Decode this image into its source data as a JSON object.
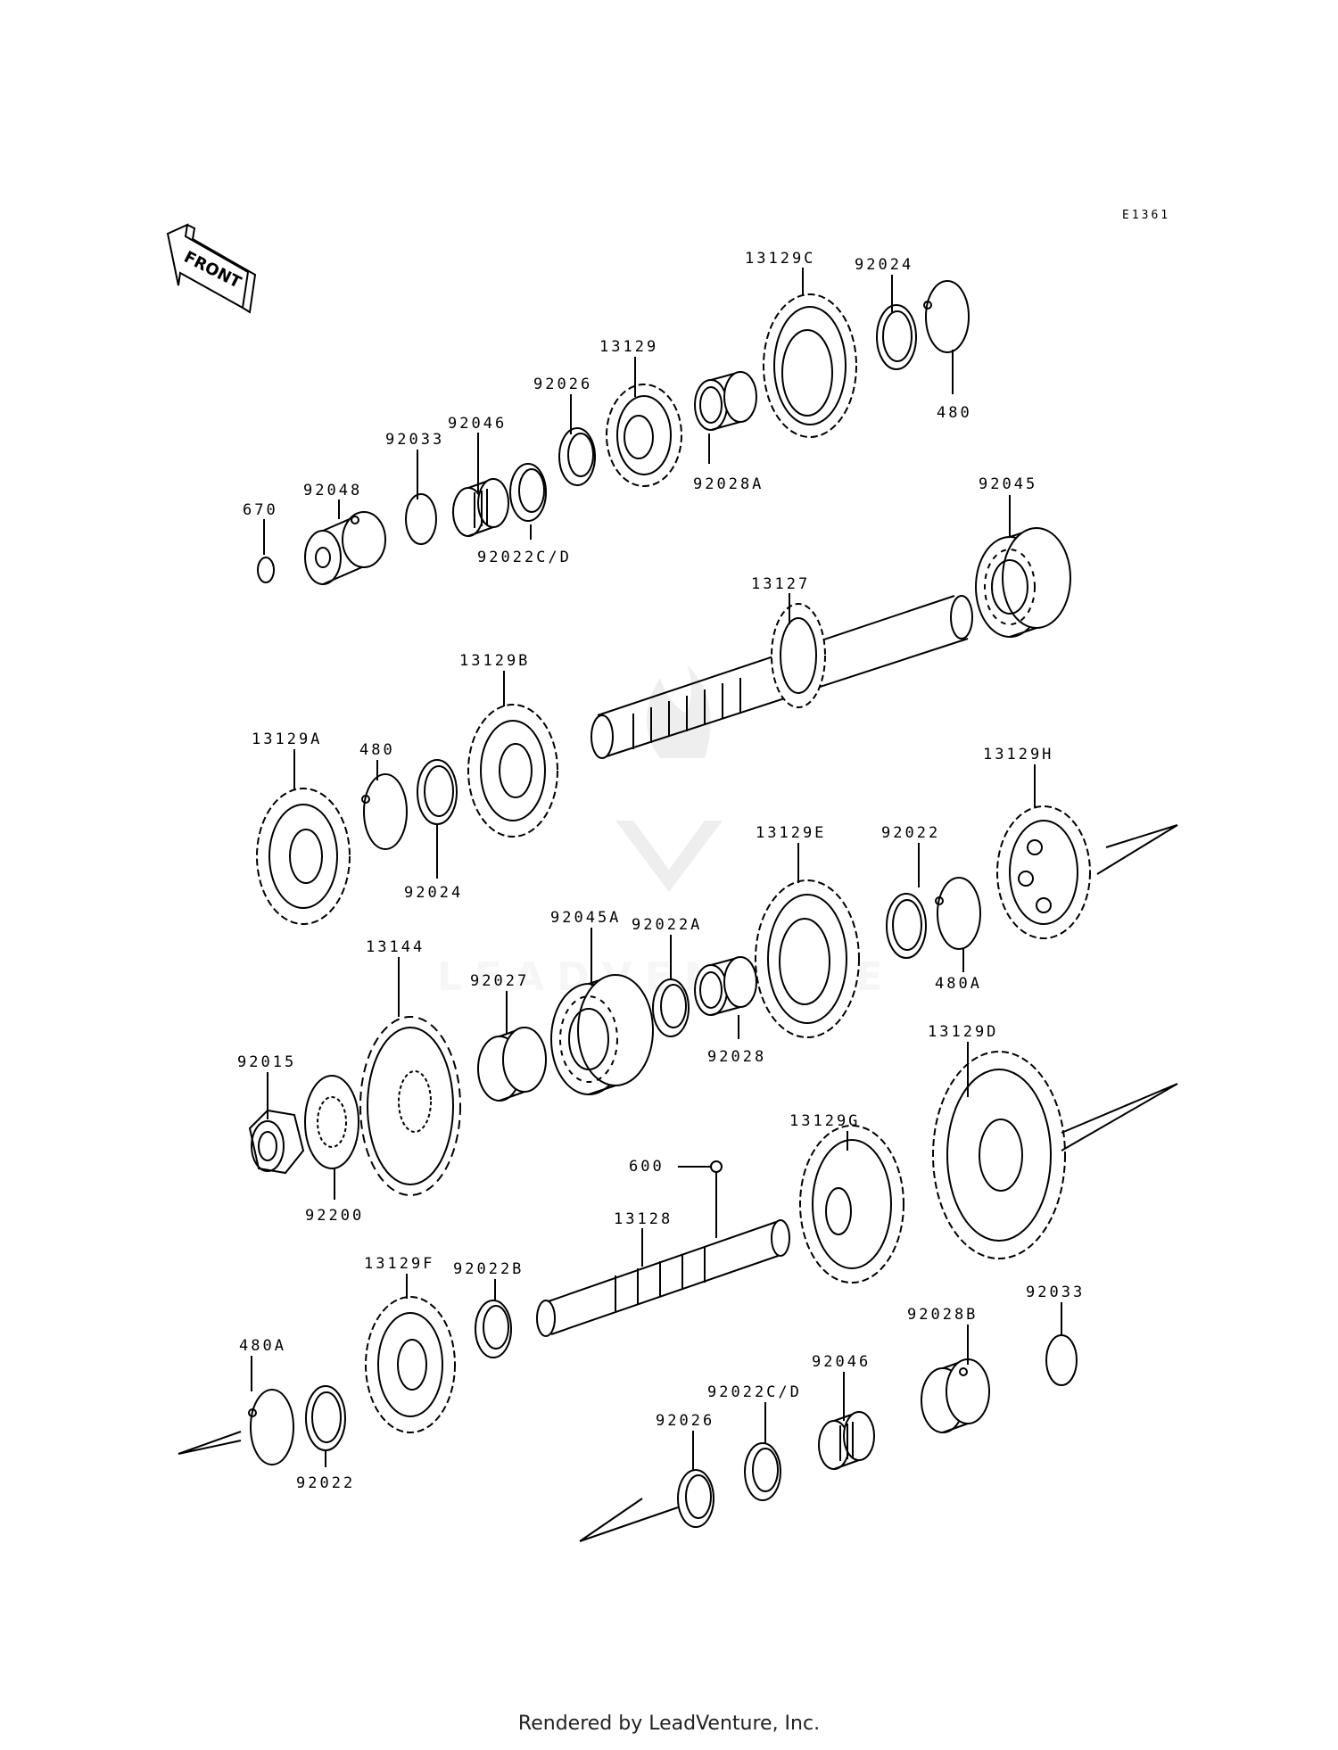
{
  "diagram_code": "E1361",
  "front_label": "FRONT",
  "footer": "Rendered by LeadVenture, Inc.",
  "watermark": "LEADVENTURE",
  "colors": {
    "line": "#000000",
    "background": "#ffffff",
    "watermark": "#e6e6e6"
  },
  "labels": {
    "l670": "670",
    "l92048": "92048",
    "l92033a": "92033",
    "l92046a": "92046",
    "l92022cd_a": "92022C/D",
    "l92026a": "92026",
    "l13129": "13129",
    "l92028a": "92028A",
    "l13129c": "13129C",
    "l92024a": "92024",
    "l480a": "480",
    "l92045": "92045",
    "l13127": "13127",
    "l13129b": "13129B",
    "l13129a": "13129A",
    "l480b": "480",
    "l92024b": "92024",
    "l13129h": "13129H",
    "l13129e": "13129E",
    "l92022a": "92022",
    "l480A_a": "480A",
    "l92045A": "92045A",
    "l92022A": "92022A",
    "l13144": "13144",
    "l92027": "92027",
    "l92028": "92028",
    "l13129d": "13129D",
    "l92015": "92015",
    "l92200": "92200",
    "l13129g": "13129G",
    "l600": "600",
    "l13128": "13128",
    "l13129f": "13129F",
    "l92022B": "92022B",
    "l92033b": "92033",
    "l92028B": "92028B",
    "l480A_b": "480A",
    "l92022b": "92022",
    "l92022cd_b": "92022C/D",
    "l92046b": "92046",
    "l92026b": "92026"
  }
}
